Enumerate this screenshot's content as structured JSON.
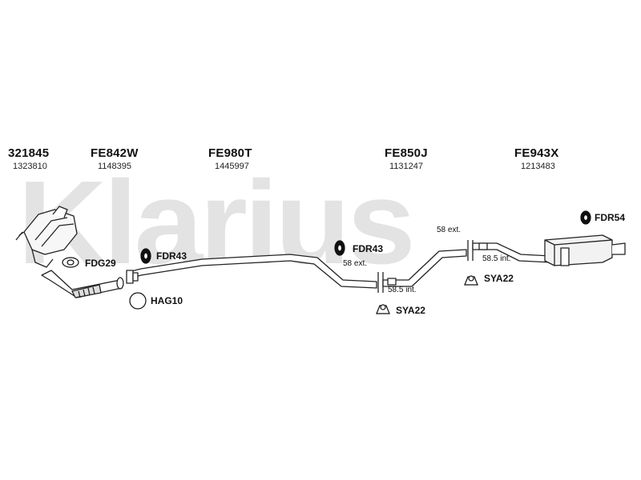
{
  "watermark": "Klarius",
  "parts": [
    {
      "code": "321845",
      "number": "1323810"
    },
    {
      "code": "FE842W",
      "number": "1148395"
    },
    {
      "code": "FE980T",
      "number": "1445997"
    },
    {
      "code": "FE850J",
      "number": "1131247"
    },
    {
      "code": "FE943X",
      "number": "1213483"
    }
  ],
  "accessories": {
    "fdg29": "FDG29",
    "hag10": "HAG10",
    "fdr43_a": "FDR43",
    "fdr43_b": "FDR43",
    "fdr54": "FDR54",
    "sya22_a": "SYA22",
    "sya22_b": "SYA22"
  },
  "joints": {
    "ext_mid": "58 ext.",
    "int_mid": "58.5 int.",
    "ext_rear": "58 ext.",
    "int_rear": "58.5 int."
  }
}
